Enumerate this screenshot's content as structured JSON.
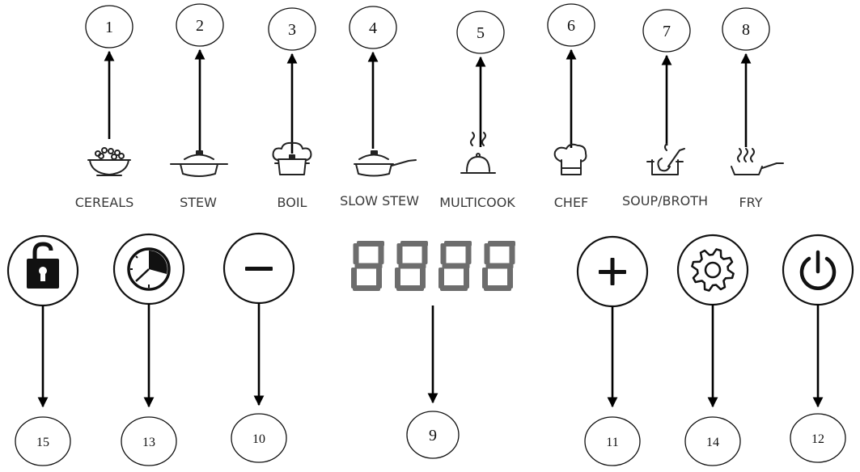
{
  "programs": [
    {
      "number": "1",
      "label": "CEREALS",
      "icon": "bowl-icon"
    },
    {
      "number": "2",
      "label": "STEW",
      "icon": "pot-lid-icon"
    },
    {
      "number": "3",
      "label": "BOIL",
      "icon": "boiling-pot-icon"
    },
    {
      "number": "4",
      "label": "SLOW STEW",
      "icon": "pan-lid-icon"
    },
    {
      "number": "5",
      "label": "MULTICOOK",
      "icon": "cloche-icon"
    },
    {
      "number": "6",
      "label": "CHEF",
      "icon": "chef-hat-icon"
    },
    {
      "number": "7",
      "label": "SOUP/BROTH",
      "icon": "ladle-pot-icon"
    },
    {
      "number": "8",
      "label": "FRY",
      "icon": "frying-pan-icon"
    }
  ],
  "controls": {
    "lock": {
      "number": "15",
      "icon": "lock-icon"
    },
    "timer": {
      "number": "13",
      "icon": "timer-icon"
    },
    "minus": {
      "number": "10",
      "icon": "minus-icon"
    },
    "display": {
      "number": "9",
      "digits": "8888"
    },
    "plus": {
      "number": "11",
      "icon": "plus-icon"
    },
    "settings": {
      "number": "14",
      "icon": "gear-icon"
    },
    "power": {
      "number": "12",
      "icon": "power-icon"
    }
  },
  "colors": {
    "line": "#000000",
    "display_segment": "#6d6d6d",
    "label": "#3a3a3a"
  }
}
